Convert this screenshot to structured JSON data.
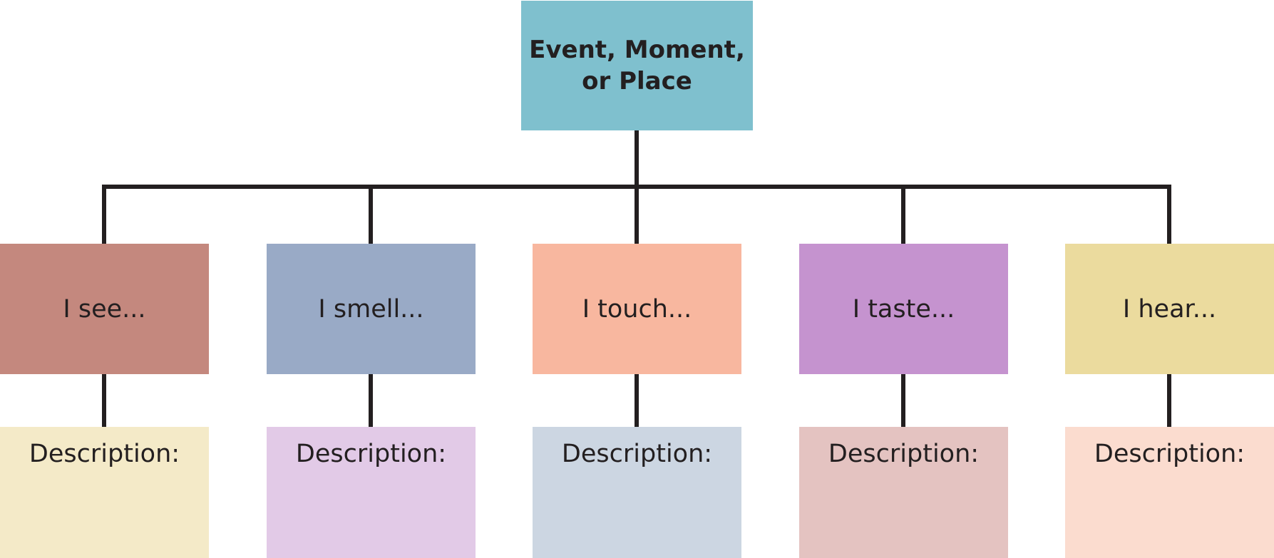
{
  "root": {
    "label": "Event, Moment, or Place",
    "color": "#7fc0ce"
  },
  "senses": [
    {
      "label": "I see...",
      "color": "#c4887e",
      "description": "Description:",
      "description_color": "#f4eac8"
    },
    {
      "label": "I smell...",
      "color": "#99aac6",
      "description": "Description:",
      "description_color": "#e2cae7"
    },
    {
      "label": "I touch...",
      "color": "#f8b79f",
      "description": "Description:",
      "description_color": "#ccd6e2"
    },
    {
      "label": "I taste...",
      "color": "#c593cf",
      "description": "Description:",
      "description_color": "#e4c3c1"
    },
    {
      "label": "I hear...",
      "color": "#ebdb9e",
      "description": "Description:",
      "description_color": "#fbdccf"
    }
  ],
  "line_color": "#231f20"
}
